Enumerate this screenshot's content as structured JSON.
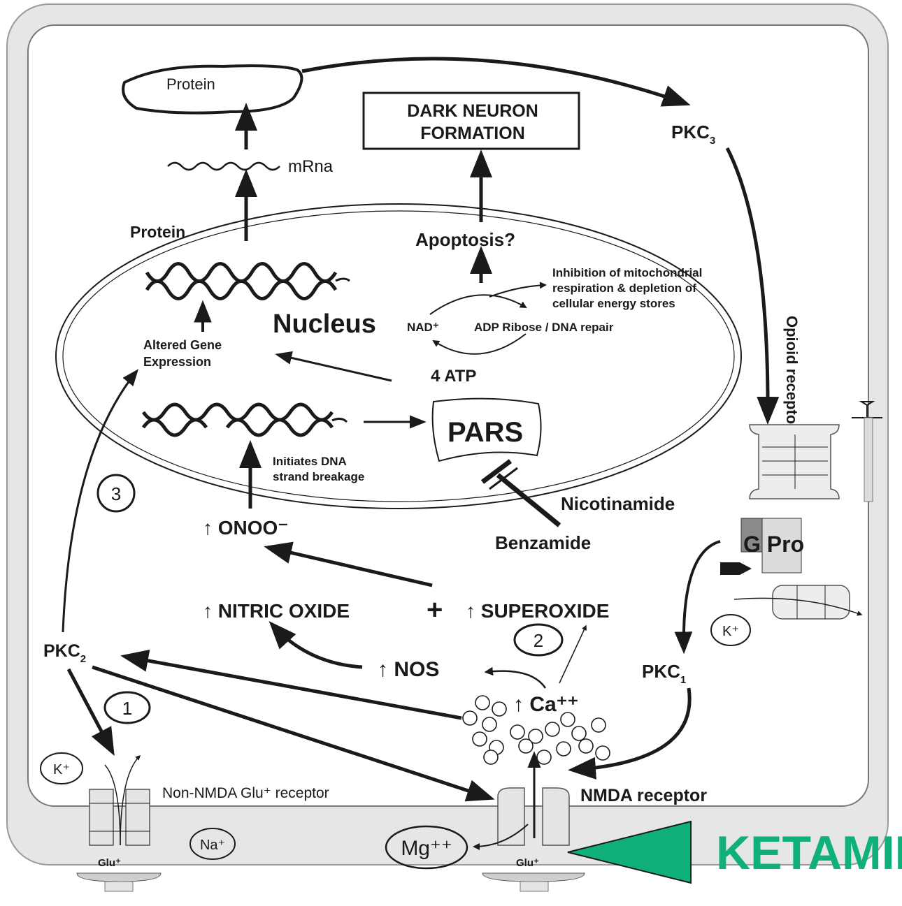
{
  "labels": {
    "protein_top": "Protein",
    "dark_neuron_line1": "DARK NEURON",
    "dark_neuron_line2": "FORMATION",
    "pkc3": "PKC",
    "pkc3_sub": "3",
    "mrna": "mRna",
    "protein_left": "Protein",
    "apoptosis": "Apoptosis?",
    "inhibition_line1": "Inhibition of mitochondrial",
    "inhibition_line2": "respiration & depletion of",
    "inhibition_line3": "cellular energy stores",
    "nucleus": "Nucleus",
    "nad": "NAD⁺",
    "adp_ribose": "ADP Ribose / DNA repair",
    "altered_line1": "Altered Gene",
    "altered_line2": "Expression",
    "atp": "4 ATP",
    "opioid_receptor": "Opioid receptor",
    "pars": "PARS",
    "initiates_line1": "Initiates DNA",
    "initiates_line2": "strand breakage",
    "step3": "3",
    "nicotinamide": "Nicotinamide",
    "onoo": "↑ ONOO⁻",
    "benzamide": "Benzamide",
    "g_protein": "G Pro",
    "nitric_oxide": "↑ NITRIC OXIDE",
    "plus": "+",
    "superoxide": "↑ SUPEROXIDE",
    "k_right": "K⁺",
    "step2": "2",
    "pkc2": "PKC",
    "pkc2_sub": "2",
    "nos": "↑ NOS",
    "pkc1": "PKC",
    "pkc1_sub": "1",
    "step1": "1",
    "ca": "↑ Ca⁺⁺",
    "k_left": "K⁺",
    "non_nmda": "Non-NMDA Glu⁺ receptor",
    "nmda": "NMDA receptor",
    "na": "Na⁺",
    "mg": "Mg⁺⁺",
    "glu_left": "Glu⁺",
    "glu_right": "Glu⁺",
    "ketamine": "KETAMINE"
  },
  "colors": {
    "ink": "#1a1a1a",
    "ketamine": "#10b07a",
    "membrane_fill": "#e4e4e4"
  }
}
